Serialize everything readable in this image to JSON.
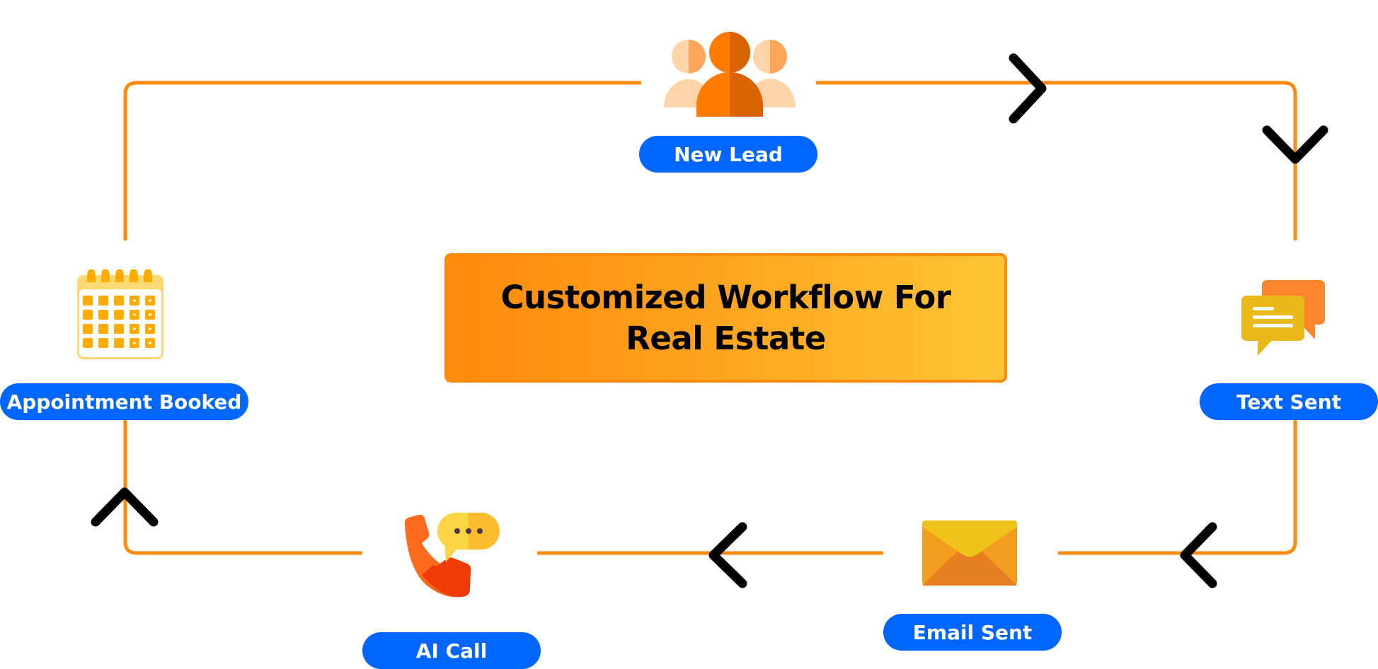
{
  "title": {
    "line1": "Customized Workflow For",
    "line2": "Real Estate"
  },
  "colors": {
    "flow_line": "#ff8a0c",
    "pill_bg": "#0066ff",
    "pill_text": "#ffffff",
    "arrow": "#000000",
    "title_gradient_start": "#ff8a0c",
    "title_gradient_end": "#ffc534"
  },
  "steps": [
    {
      "id": "new-lead",
      "label": "New Lead",
      "icon": "people-group-icon"
    },
    {
      "id": "text-sent",
      "label": "Text Sent",
      "icon": "chat-bubbles-icon"
    },
    {
      "id": "email-sent",
      "label": "Email Sent",
      "icon": "envelope-icon"
    },
    {
      "id": "ai-call",
      "label": "AI Call",
      "icon": "phone-call-icon"
    },
    {
      "id": "appointment-booked",
      "label": "Appointment Booked",
      "icon": "calendar-icon"
    }
  ],
  "flow": {
    "direction": "clockwise",
    "arrows": [
      "right",
      "down",
      "left",
      "left",
      "up"
    ]
  }
}
